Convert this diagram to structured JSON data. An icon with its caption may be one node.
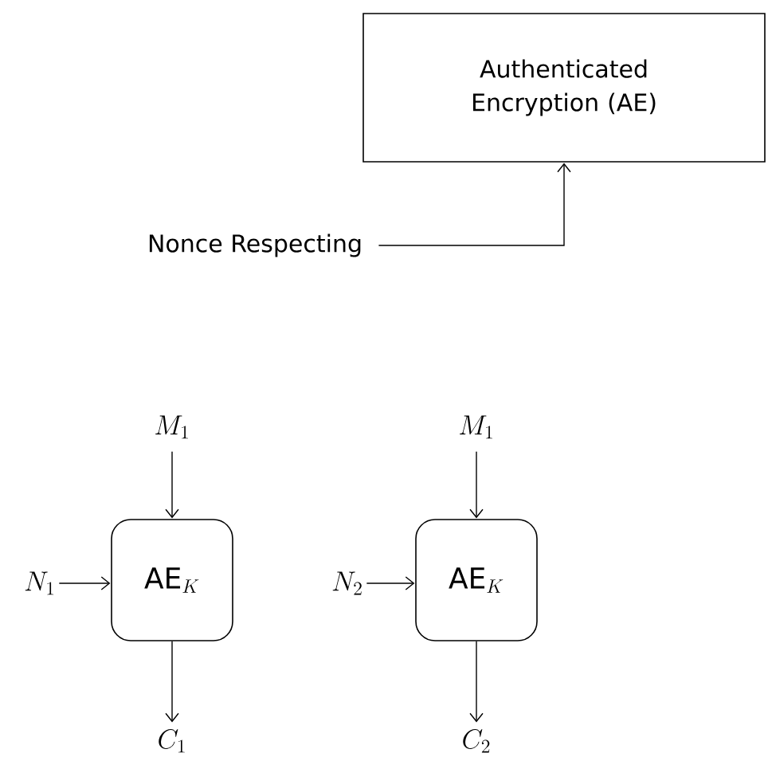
{
  "diagram": {
    "nodes": [
      {
        "text": [
          "Authenticated Encryption (AE)"
        ]
      },
      {
        "text": [
          "Nonce Respecting"
        ]
      },
      {
        "text": [
          "M_1"
        ]
      },
      {
        "text": [
          "N_1"
        ]
      },
      {
        "text": [
          "\\mathsf{AE}_K"
        ]
      },
      {
        "text": [
          "C_1"
        ]
      },
      {
        "text": [
          "M_1"
        ]
      },
      {
        "text": [
          "N_2"
        ]
      },
      {
        "text": [
          "\\mathsf{AE}_K"
        ]
      },
      {
        "text": [
          "C_2"
        ]
      }
    ],
    "edges": [
      {
        "from": 1,
        "to": 0,
        "arrow": "to"
      },
      {
        "from": 2,
        "to": 4,
        "arrow": "to"
      },
      {
        "from": 3,
        "to": 4,
        "arrow": "to"
      },
      {
        "from": 4,
        "to": 5,
        "arrow": "to"
      },
      {
        "from": 6,
        "to": 8,
        "arrow": "to"
      },
      {
        "from": 7,
        "to": 8,
        "arrow": "to"
      },
      {
        "from": 8,
        "to": 9,
        "arrow": "to"
      }
    ]
  }
}
